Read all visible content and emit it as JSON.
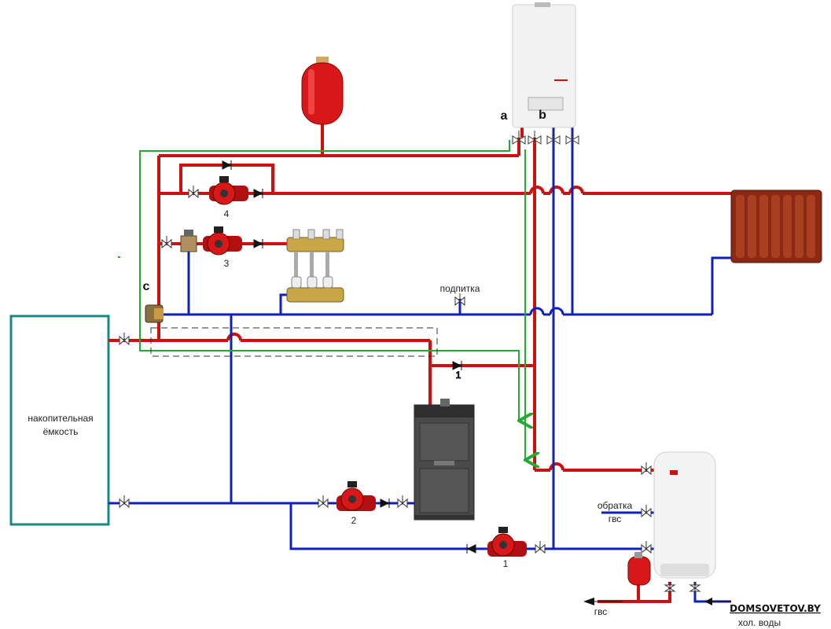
{
  "diagram": {
    "labels": {
      "storage_tank": [
        "накопительная",
        "ёмкость"
      ],
      "makeup": "подпитка",
      "dhw_return": [
        "обратка",
        "гвс"
      ],
      "dhw_out": "гвс",
      "cold_water": "хол. воды",
      "point_a": "a",
      "point_b": "b",
      "point_c": "c",
      "pump_4": "4",
      "pump_3": "3",
      "pump_2": "2",
      "pump_1": "1",
      "check_valve_1": "1"
    },
    "watermark": "DOMSOVETOV.BY",
    "colors": {
      "supply": "#cc1111",
      "return": "#1020bb",
      "flow_arrows": "#22aa33",
      "tank_outline": "#1a8a80"
    }
  }
}
